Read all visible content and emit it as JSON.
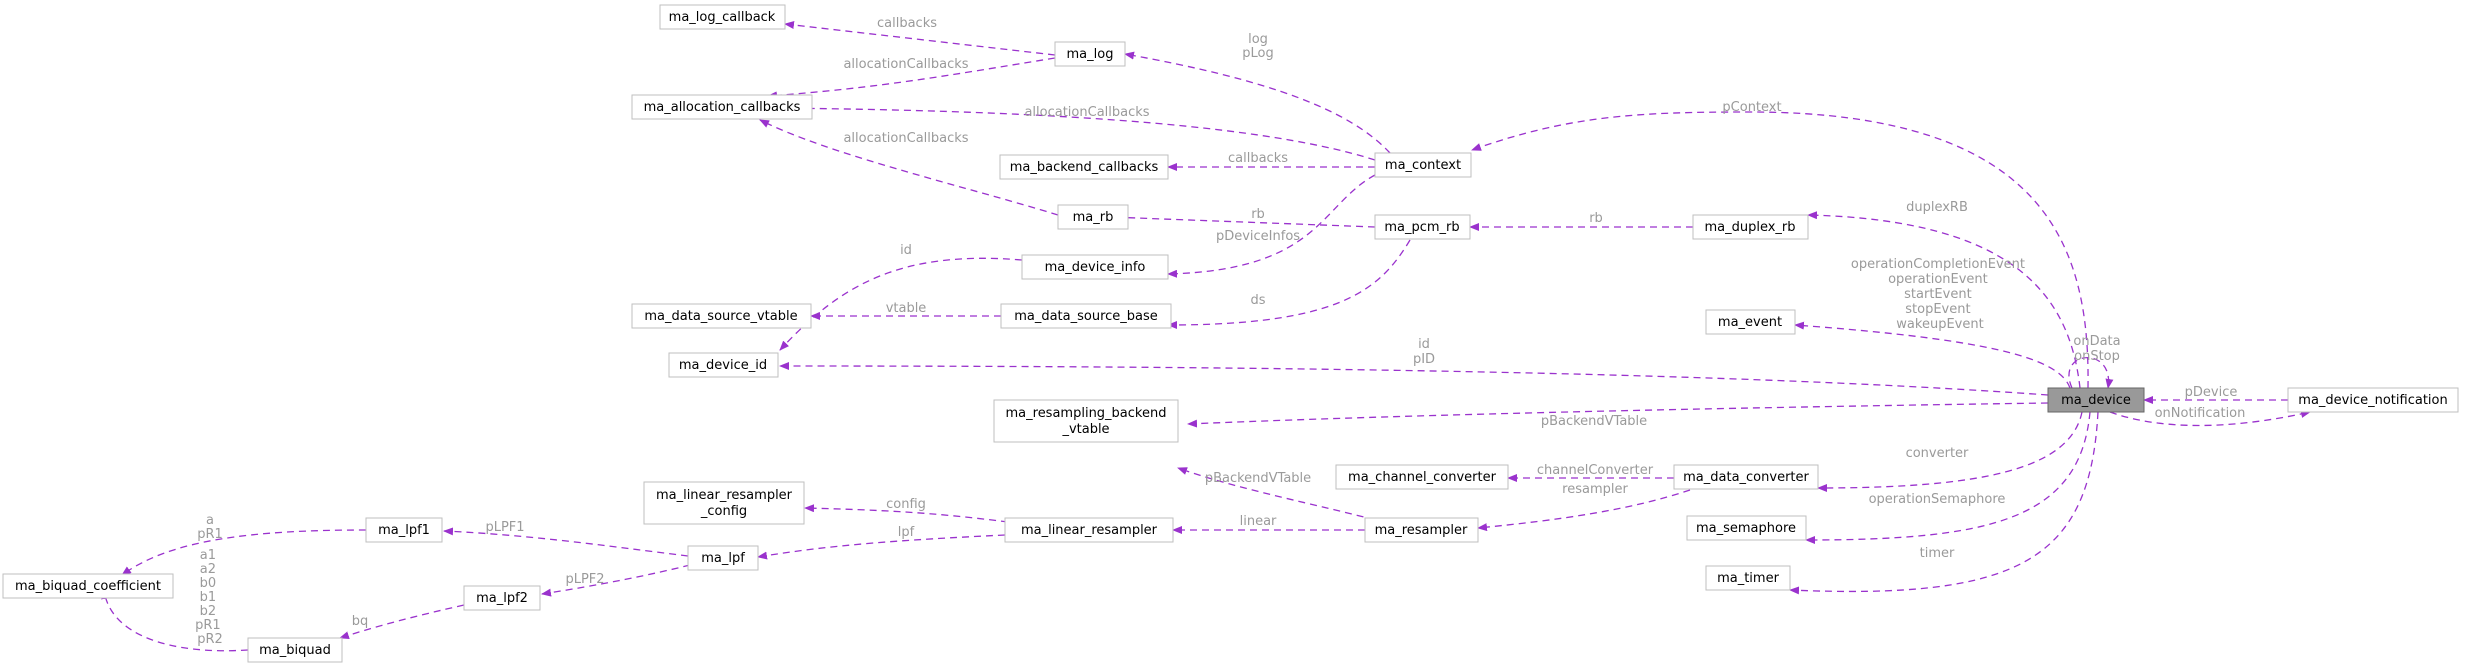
{
  "colors": {
    "edge": "#9a32cd",
    "edge_label": "#9a9a9a",
    "node_border": "#bfbfbf",
    "focus_node_fill": "#999999"
  },
  "nodes": {
    "ma_log_callback": "ma_log_callback",
    "ma_log": "ma_log",
    "ma_allocation_callbacks": "ma_allocation_callbacks",
    "ma_backend_callbacks": "ma_backend_callbacks",
    "ma_context": "ma_context",
    "ma_rb": "ma_rb",
    "ma_pcm_rb": "ma_pcm_rb",
    "ma_duplex_rb": "ma_duplex_rb",
    "ma_device_info": "ma_device_info",
    "ma_data_source_vtable": "ma_data_source_vtable",
    "ma_data_source_base": "ma_data_source_base",
    "ma_event": "ma_event",
    "ma_device_id": "ma_device_id",
    "ma_device": "ma_device",
    "ma_device_notification": "ma_device_notification",
    "ma_resampling_backend_vtable": [
      "ma_resampling_backend",
      "_vtable"
    ],
    "ma_channel_converter": "ma_channel_converter",
    "ma_data_converter": "ma_data_converter",
    "ma_linear_resampler_config": [
      "ma_linear_resampler",
      "_config"
    ],
    "ma_lpf1": "ma_lpf1",
    "ma_linear_resampler": "ma_linear_resampler",
    "ma_resampler": "ma_resampler",
    "ma_semaphore": "ma_semaphore",
    "ma_biquad_coefficient": "ma_biquad_coefficient",
    "ma_lpf": "ma_lpf",
    "ma_lpf2": "ma_lpf2",
    "ma_timer": "ma_timer",
    "ma_biquad": "ma_biquad"
  },
  "edge_labels": {
    "callbacks_log": [
      "callbacks"
    ],
    "allocation_log": [
      "allocationCallbacks"
    ],
    "allocation_context": [
      "allocationCallbacks"
    ],
    "allocation_rb": [
      "allocationCallbacks"
    ],
    "log_context": [
      "log",
      "pLog"
    ],
    "callbacks_context": [
      "callbacks"
    ],
    "pcontext": [
      "pContext"
    ],
    "rb_pcm": [
      "rb"
    ],
    "rb_duplex": [
      "rb"
    ],
    "duplexrb": [
      "duplexRB"
    ],
    "pdeviceinfos": [
      "pDeviceInfos"
    ],
    "id_info": [
      "id"
    ],
    "vtable": [
      "vtable"
    ],
    "ds": [
      "ds"
    ],
    "events": [
      "operationCompletionEvent",
      "operationEvent",
      "startEvent",
      "stopEvent",
      "wakeupEvent"
    ],
    "self": [
      "onData",
      "onStop"
    ],
    "id_device": [
      "id",
      "pID"
    ],
    "pdevice": [
      "pDevice"
    ],
    "onnotification": [
      "onNotification"
    ],
    "pbackendvtable_device": [
      "pBackendVTable"
    ],
    "pbackendvtable_resampler": [
      "pBackendVTable"
    ],
    "channelconverter": [
      "channelConverter"
    ],
    "converter": [
      "converter"
    ],
    "resampler": [
      "resampler"
    ],
    "config": [
      "config"
    ],
    "linear": [
      "linear"
    ],
    "lpf": [
      "lpf"
    ],
    "plpf1": [
      "pLPF1"
    ],
    "plpf2": [
      "pLPF2"
    ],
    "lpf1_coeffs": [
      "a",
      "pR1"
    ],
    "biquad_coeffs": [
      "a1",
      "a2",
      "b0",
      "b1",
      "b2",
      "pR1",
      "pR2"
    ],
    "bq": [
      "bq"
    ],
    "operationsemaphore": [
      "operationSemaphore"
    ],
    "timer": [
      "timer"
    ]
  }
}
